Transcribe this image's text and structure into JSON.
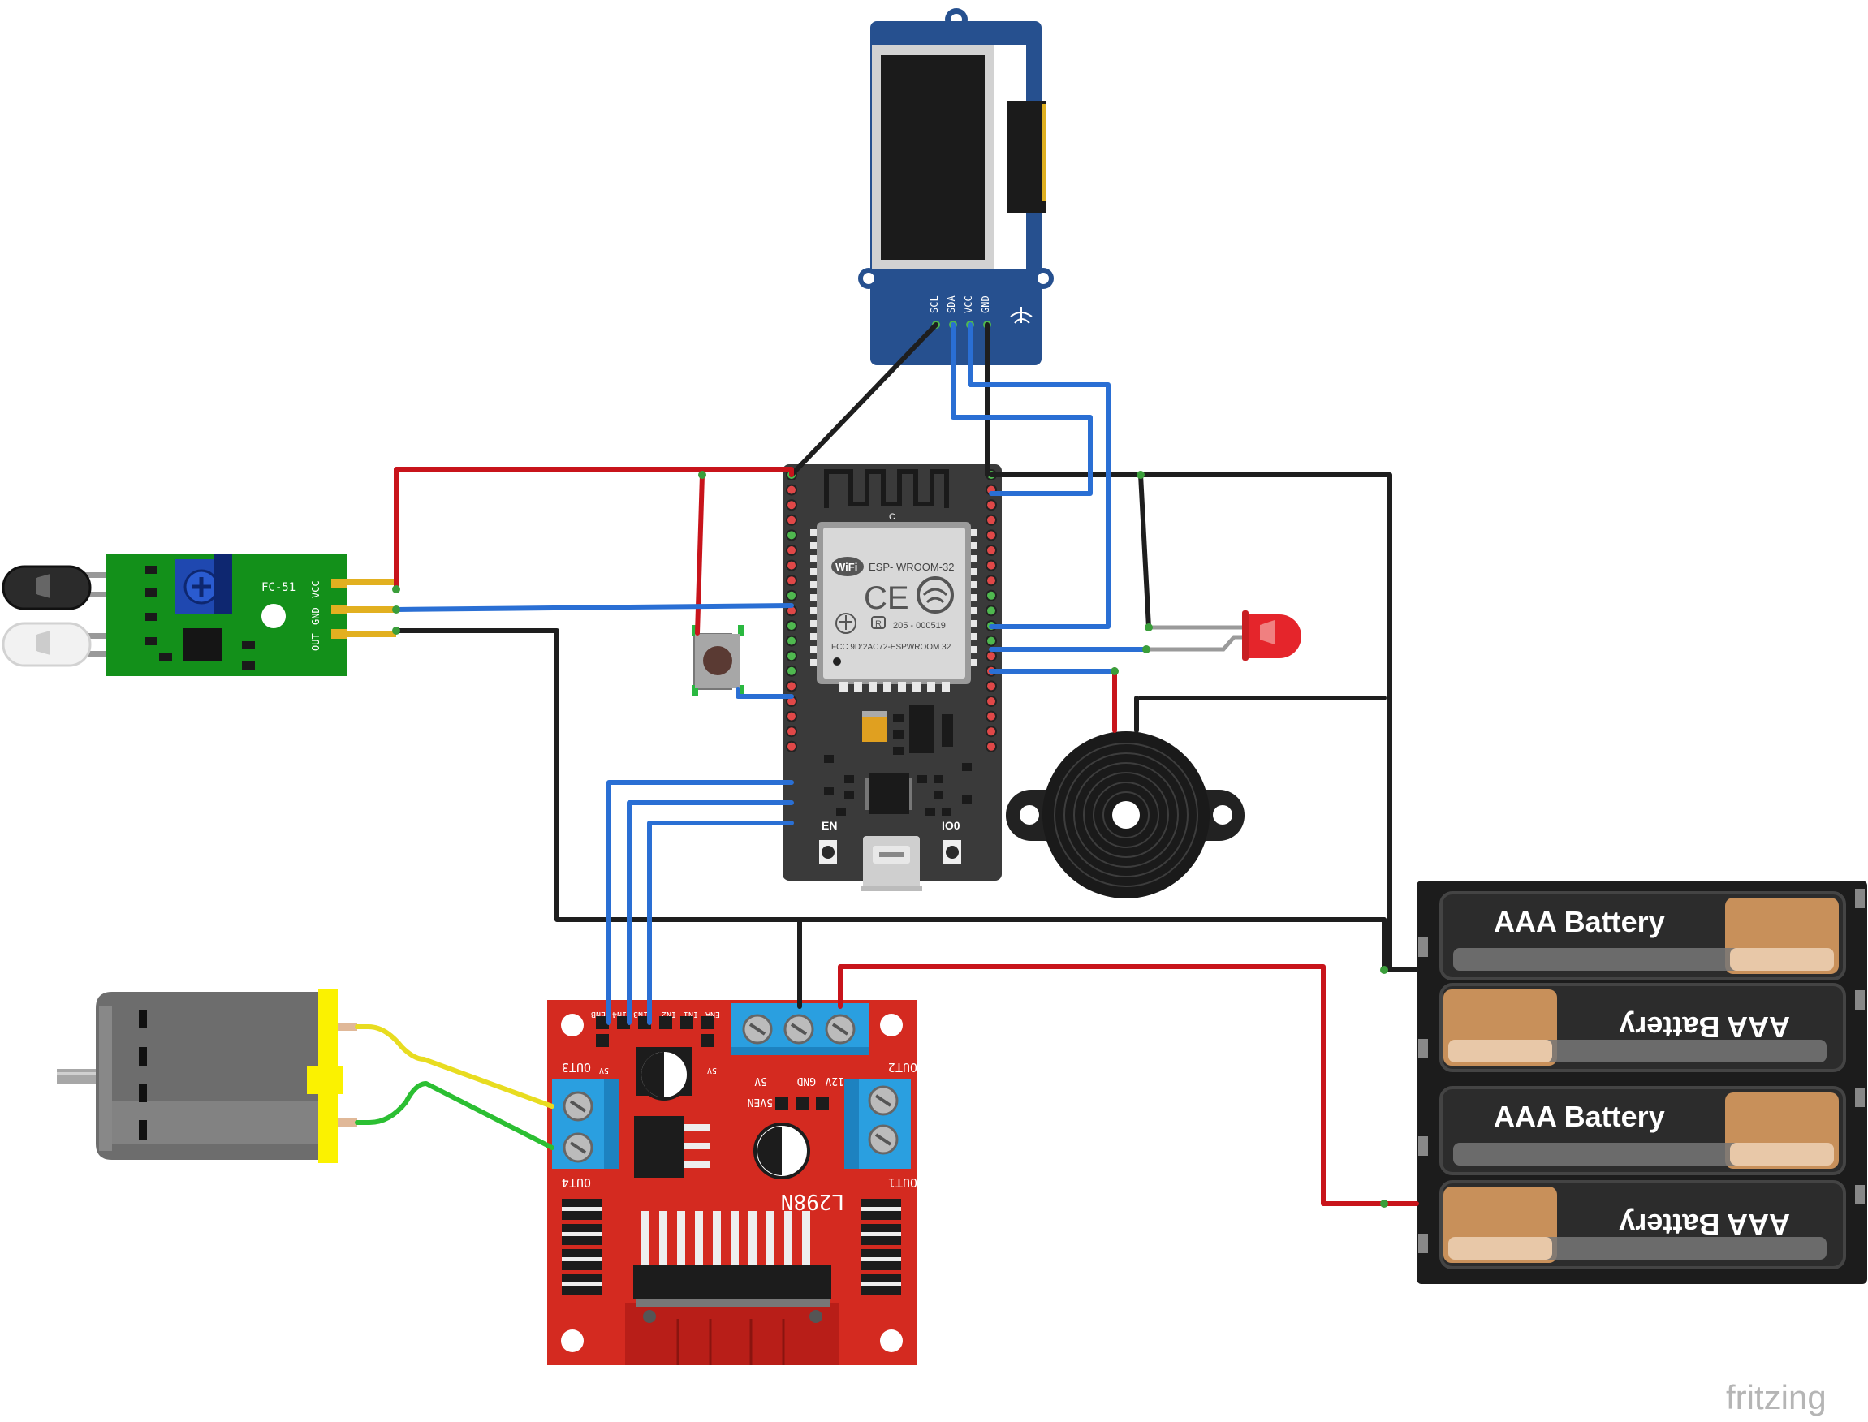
{
  "oled": {
    "pins": [
      "SCL",
      "SDA",
      "VCC",
      "GND"
    ]
  },
  "ir_sensor": {
    "model": "FC-51",
    "pins": [
      "OUT",
      "GND",
      "VCC"
    ]
  },
  "esp32": {
    "module_brand": "WiFi",
    "module_name": "ESP- WROOM-32",
    "ce_mark": "CE",
    "cert_code": "205 - 000519",
    "fcc_id": "FCC 9D:2AC72-ESPWROOM 32",
    "antenna_mark": "C",
    "en_label": "EN",
    "io0_label": "IO0"
  },
  "driver": {
    "chip": "L298N",
    "out1": "OUT1",
    "out2": "OUT2",
    "out3": "OUT3",
    "out4": "OUT4",
    "power_labels": [
      "5V",
      "GND",
      "12V"
    ],
    "jumper_label": "5VEN",
    "header_pins": [
      "ENB",
      "IN4",
      "IN3",
      "IN2",
      "IN1",
      "ENA"
    ],
    "header_small": [
      "5V",
      "5V"
    ]
  },
  "battery_label": "AAA Battery",
  "watermark": "fritzing",
  "colors": {
    "wire_red": "#c8141b",
    "wire_black": "#1e1e1e",
    "wire_blue": "#2a6fd4",
    "wire_yellow": "#e8dc20",
    "wire_green": "#2bbf32",
    "esp_board": "#3a3a3a",
    "oled_board": "#26508f",
    "driver_board": "#d42a20",
    "sensor_board": "#13901a",
    "battery_case": "#1c1c1c"
  }
}
